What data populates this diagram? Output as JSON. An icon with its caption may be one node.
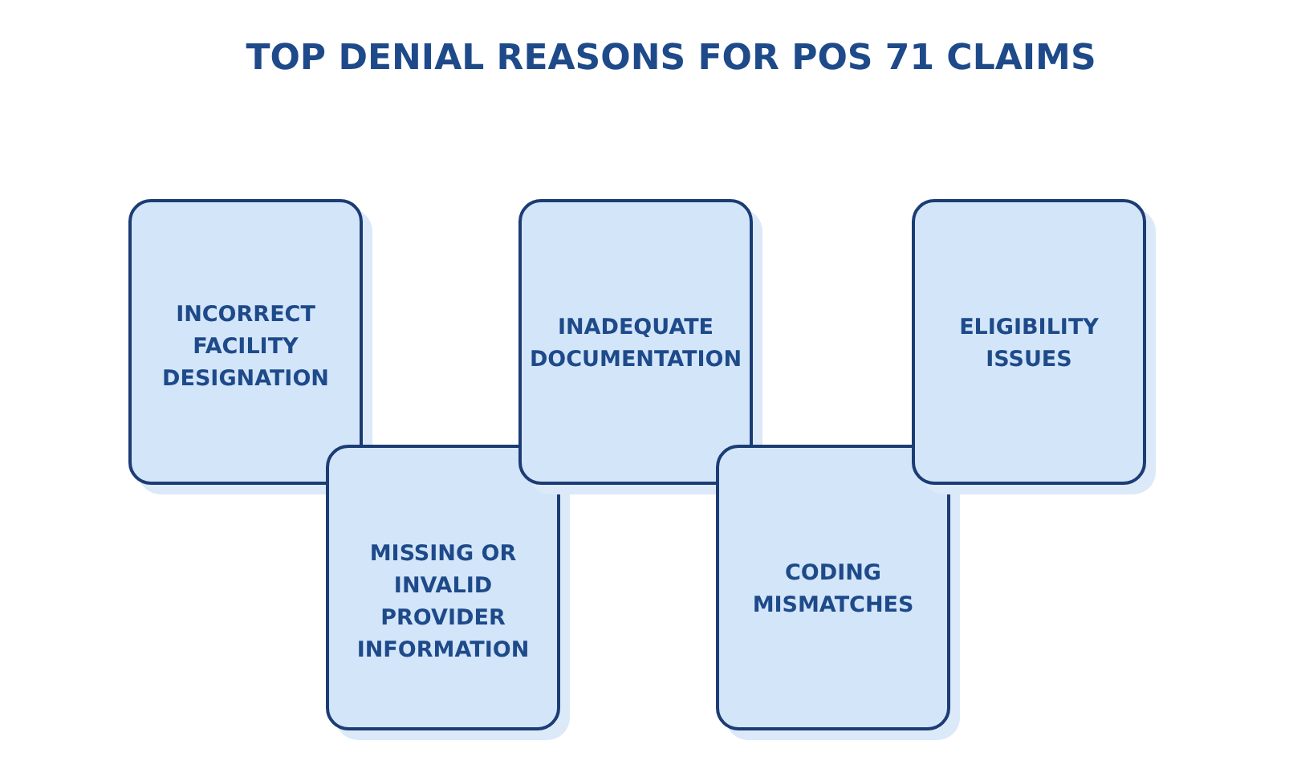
{
  "diagram": {
    "title": "TOP DENIAL REASONS FOR POS 71 CLAIMS",
    "nodes": [
      {
        "text": [
          "INCORRECT FACILITY DESIGNATION"
        ]
      },
      {
        "text": [
          "MISSING OR INVALID PROVIDER INFORMATION"
        ]
      },
      {
        "text": [
          "INADEQUATE DOCUMENTATION"
        ]
      },
      {
        "text": [
          "CODING MISMATCHES"
        ]
      },
      {
        "text": [
          "ELIGIBILITY ISSUES"
        ]
      }
    ],
    "edges": []
  }
}
